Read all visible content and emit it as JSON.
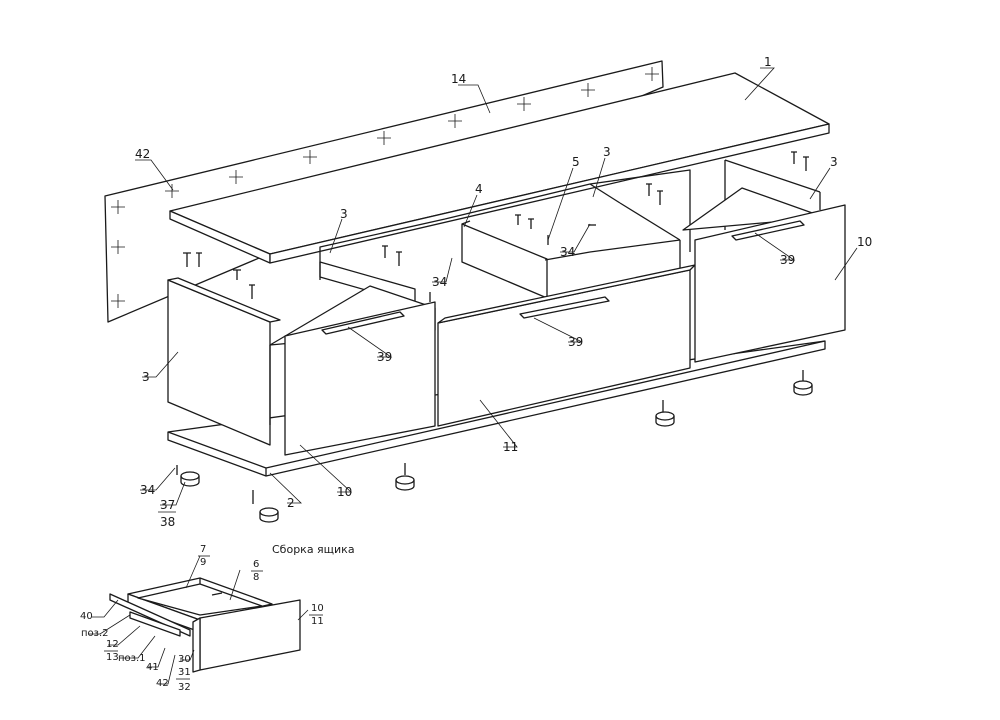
{
  "main_assembly": {
    "labels": [
      "1",
      "14",
      "42",
      "3",
      "4",
      "5",
      "3",
      "3",
      "10",
      "39",
      "34",
      "34",
      "39",
      "3",
      "39",
      "11",
      "10",
      "2",
      "34",
      "37",
      "38"
    ]
  },
  "drawer_assembly": {
    "title": "Сборка ящика",
    "labels": [
      "7",
      "9",
      "6",
      "8",
      "10",
      "11",
      "40",
      "поз.2",
      "12",
      "13",
      "поз.1",
      "41",
      "30",
      "31",
      "42",
      "32"
    ]
  }
}
